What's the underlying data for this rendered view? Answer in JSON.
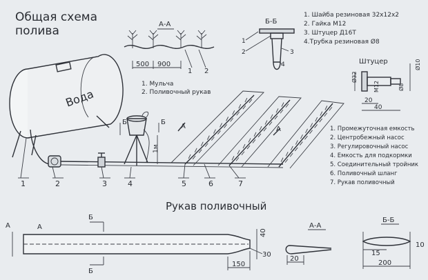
{
  "title": {
    "line1": "Общая схема",
    "line2": "полива"
  },
  "tank_label": "Вода",
  "section_aa": {
    "title": "А-А",
    "dim_500": "500",
    "dim_900": "900",
    "callout_1": "1",
    "callout_2": "2",
    "legend": [
      "1. Мульча",
      "2. Поливочный рукав"
    ]
  },
  "section_bb": {
    "title": "Б-Б",
    "callouts": [
      "1",
      "2",
      "3",
      "4"
    ],
    "legend": [
      "1. Шайба резиновая 32х12х2",
      "2. Гайка М12",
      "3. Штуцер Д16Т",
      "4.Трубка резиновая Ø8"
    ]
  },
  "fitting": {
    "title": "Штуцер",
    "d32": "Ø32",
    "m12": "M12",
    "d10": "Ø10",
    "d8": "Ø8",
    "dim_20": "20",
    "dim_40": "40"
  },
  "main_scheme": {
    "cut_a_left": "А",
    "cut_a_right": "А",
    "cut_b": "Б",
    "cut_b2": "Б",
    "height_1m": "1м",
    "callouts": [
      "1",
      "2",
      "3",
      "4",
      "5",
      "6",
      "7"
    ],
    "legend": [
      "1. Промежуточная емкость",
      "2. Центробежный насос",
      "3. Регулировочный насос",
      "4. Емкость для подкормки",
      "5. Соединительный тройник",
      "6. Поливочный шланг",
      "7. Рукав поливочный"
    ]
  },
  "hose_section": {
    "title": "Рукав поливочный",
    "cut_a1": "А",
    "cut_a2": "А",
    "cut_b1": "Б",
    "cut_b2": "Б",
    "dim_40": "40",
    "dim_30": "30",
    "dim_150": "150"
  },
  "hose_aa": {
    "title": "А-А",
    "dim_20": "20"
  },
  "hose_bb": {
    "title": "Б-Б",
    "dim_15": "15",
    "dim_200": "200",
    "dim_10": "10"
  }
}
